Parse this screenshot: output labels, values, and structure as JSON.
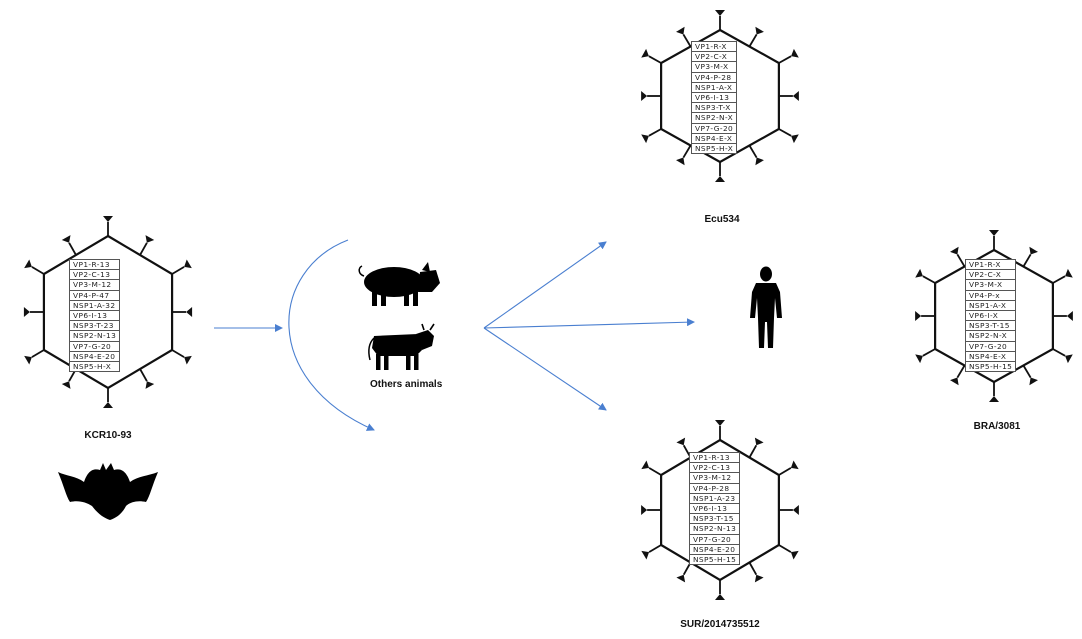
{
  "viruses": [
    {
      "id": "kcr",
      "label": "KCR10-93",
      "genes": [
        "VP1-R-13",
        "VP2-C-13",
        "VP3-M-12",
        "VP4-P-47",
        "NSP1-A-32",
        "VP6-I-13",
        "NSP3-T-23",
        "NSP2-N-13",
        "VP7-G-20",
        "NSP4-E-20",
        "NSP5-H-X"
      ]
    },
    {
      "id": "ecu",
      "label": "Ecu534",
      "genes": [
        "VP1-R-X",
        "VP2-C-X",
        "VP3-M-X",
        "VP4-P-28",
        "NSP1-A-X",
        "VP6-I-13",
        "NSP3-T-X",
        "NSP2-N-X",
        "VP7-G-20",
        "NSP4-E-X",
        "NSP5-H-X"
      ]
    },
    {
      "id": "sur",
      "label": "SUR/2014735512",
      "genes": [
        "VP1-R-13",
        "VP2-C-13",
        "VP3-M-12",
        "VP4-P-28",
        "NSP1-A-23",
        "VP6-I-13",
        "NSP3-T-15",
        "NSP2-N-13",
        "VP7-G-20",
        "NSP4-E-20",
        "NSP5-H-15"
      ]
    },
    {
      "id": "bra",
      "label": "BRA/3081",
      "genes": [
        "VP1-R-X",
        "VP2-C-X",
        "VP3-M-X",
        "VP4-P-x",
        "NSP1-A-X",
        "VP6-I-X",
        "NSP3-T-15",
        "NSP2-N-X",
        "VP7-G-20",
        "NSP4-E-X",
        "NSP5-H-15"
      ]
    }
  ],
  "animals_label": "Others animals",
  "colors": {
    "arrow": "#4a7fd0",
    "virus": "#111111",
    "silhouette": "#000000"
  },
  "icons": [
    "bat-icon",
    "pig-icon",
    "cow-icon",
    "human-icon"
  ]
}
